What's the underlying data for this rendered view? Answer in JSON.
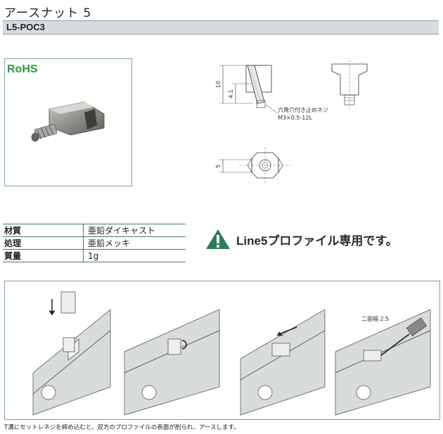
{
  "header": {
    "title": "アースナット 5",
    "model": "L5-POC3"
  },
  "badge": {
    "rohs": "RoHS"
  },
  "drawing": {
    "dim_10": "10",
    "dim_4_1": "4.1",
    "dim_5": "5",
    "screw_label_line1": "六角穴付き止めネジ",
    "screw_label_line2": "M3×0.5-12L"
  },
  "specs": [
    {
      "key": "材質",
      "value": "亜鉛ダイキャスト"
    },
    {
      "key": "処理",
      "value": "亜鉛メッキ"
    },
    {
      "key": "質量",
      "value": "1g"
    }
  ],
  "notice": {
    "text": "Line5プロファイル専用です。"
  },
  "steps": {
    "wrench_label": "二面幅 2.5"
  },
  "footnote": "T溝にセットレネジを締め込むと、双方のプロファイルの表面が削られ、アースします。",
  "colors": {
    "accent_green": "#2e7d5a",
    "rohs_green": "#2e9a3a",
    "bar_gray": "#d6dde0"
  }
}
